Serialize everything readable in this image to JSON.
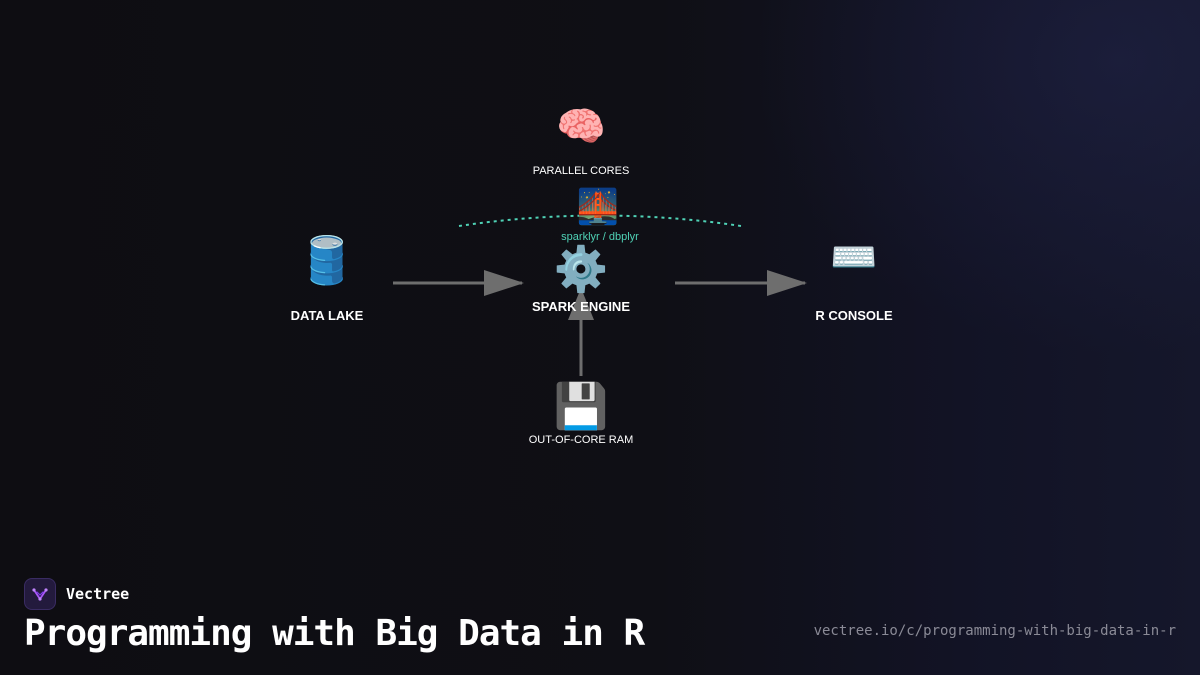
{
  "diagram": {
    "nodes": {
      "data_lake": {
        "label": "DATA LAKE",
        "icon": "oil-drum-icon",
        "glyph": "🛢️"
      },
      "spark_engine": {
        "label": "SPARK ENGINE",
        "icon": "gear-icon",
        "glyph": "⚙️"
      },
      "r_console": {
        "label": "R CONSOLE",
        "icon": "keyboard-icon",
        "glyph": "⌨️"
      },
      "parallel_cores": {
        "label": "PARALLEL CORES",
        "icon": "brain-icon",
        "glyph": "🧠"
      },
      "out_of_core_ram": {
        "label": "OUT-OF-CORE RAM",
        "icon": "floppy-disk-icon",
        "glyph": "💾"
      }
    },
    "bridge": {
      "label": "sparklyr / dbplyr",
      "icon": "bridge-at-night-icon",
      "glyph": "🌉"
    },
    "colors": {
      "arrow": "#6e6e6e",
      "bridge_curve": "#4fd1b5",
      "accent": "#4fd1b5"
    }
  },
  "footer": {
    "brand": "Vectree",
    "title": "Programming with Big Data in R",
    "url": "vectree.io/c/programming-with-big-data-in-r"
  }
}
